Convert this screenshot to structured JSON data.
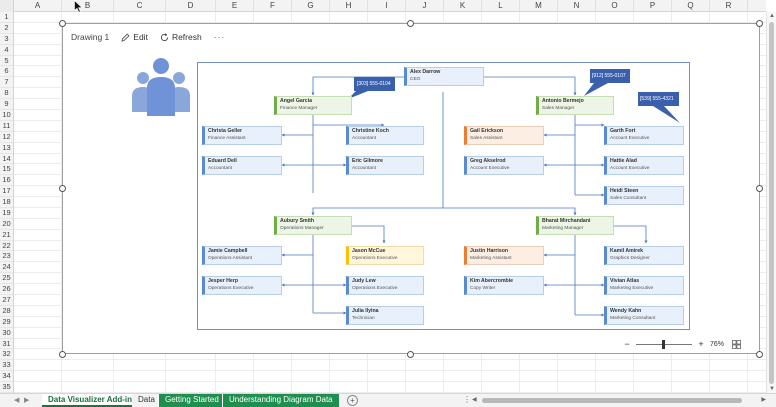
{
  "columns": [
    "A",
    "B",
    "C",
    "D",
    "E",
    "F",
    "G",
    "H",
    "I",
    "J",
    "K",
    "L",
    "M",
    "N",
    "O",
    "P",
    "Q",
    "R"
  ],
  "rows": [
    "1",
    "2",
    "3",
    "4",
    "5",
    "6",
    "7",
    "8",
    "9",
    "10",
    "11",
    "12",
    "13",
    "14",
    "15",
    "16",
    "17",
    "18",
    "19",
    "20",
    "21",
    "22",
    "23",
    "24",
    "25",
    "26",
    "27",
    "28",
    "29",
    "30",
    "31",
    "32",
    "33",
    "34",
    "35"
  ],
  "toolbar": {
    "title": "Drawing 1",
    "edit_label": "Edit",
    "refresh_label": "Refresh",
    "more_label": "···"
  },
  "org": {
    "ceo": {
      "name": "Alex Darrow",
      "title": "CEO"
    },
    "angel": {
      "name": "Angel Garcia",
      "title": "Finance Manager"
    },
    "antonio": {
      "name": "Antonio Bermejo",
      "title": "Sales Manager"
    },
    "christa": {
      "name": "Christa Geller",
      "title": "Finance Assistant"
    },
    "christine": {
      "name": "Christine Koch",
      "title": "Accountant"
    },
    "eduard": {
      "name": "Eduard Dell",
      "title": "Accountant"
    },
    "eric": {
      "name": "Eric Gilmore",
      "title": "Accountant"
    },
    "gail": {
      "name": "Gail Erickson",
      "title": "Sales Assistant"
    },
    "garth": {
      "name": "Garth Fort",
      "title": "Account Executive"
    },
    "greg": {
      "name": "Greg Akselrod",
      "title": "Account Executive"
    },
    "hattie": {
      "name": "Hattie Alad",
      "title": "Account Executive"
    },
    "heidi": {
      "name": "Heidi Steen",
      "title": "Sales Consultant"
    },
    "aubury": {
      "name": "Aubury Smith",
      "title": "Operations Manager"
    },
    "bharat": {
      "name": "Bharat Mirchandani",
      "title": "Marketing Manager"
    },
    "jamie": {
      "name": "Jamie Campbell",
      "title": "Operations Assistant"
    },
    "jason": {
      "name": "Jason McCue",
      "title": "Operations Executive"
    },
    "justin": {
      "name": "Justin Harrison",
      "title": "Marketing Assistant"
    },
    "kamil": {
      "name": "Kamil Amirek",
      "title": "Graphics Designer"
    },
    "jesper": {
      "name": "Jesper Herp",
      "title": "Operations Executive"
    },
    "judy": {
      "name": "Judy Lew",
      "title": "Operations Executive"
    },
    "kim": {
      "name": "Kim Abercrombie",
      "title": "Copy Writer"
    },
    "vivian": {
      "name": "Vivian Atlas",
      "title": "Marketing Executive"
    },
    "julia": {
      "name": "Julia Ilyina",
      "title": "Technician"
    },
    "wendy": {
      "name": "Wendy Kahn",
      "title": "Marketing Consultant"
    }
  },
  "callouts": {
    "phone_1": "[303] 555-0104",
    "phone_2": "[912] 555-0107",
    "phone_3": "[539] 555-4321"
  },
  "zoom": {
    "minus": "−",
    "plus": "+",
    "level": "76%",
    "level_fraction": 0.5
  },
  "sheets": {
    "tab_1": "Data Visualizer Add-in",
    "tab_2": "Data",
    "tab_3": "Getting Started",
    "tab_4": "Understanding Diagram Data"
  },
  "colors": {
    "accent": "#1e7145",
    "node_blue": "#5b8ad4",
    "node_green": "#70ad47",
    "node_orange": "#ed7d31",
    "node_yellow": "#ffc000",
    "callout": "#3a5fad",
    "connector": "#4a78c4"
  }
}
